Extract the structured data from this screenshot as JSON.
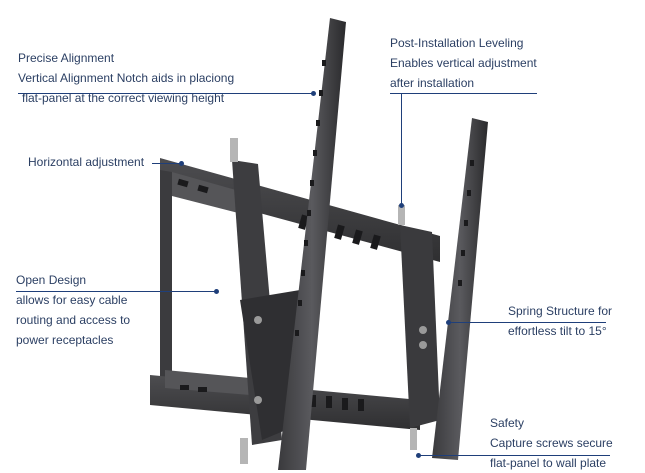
{
  "callouts": {
    "precise_alignment": {
      "title": "Precise Alignment",
      "line1": "Vertical Alignment Notch aids in placiong",
      "line2": "flat-panel at the correct viewing height"
    },
    "horizontal_adjustment": {
      "title": "Horizontal adjustment"
    },
    "open_design": {
      "title": "Open Design",
      "line1": "allows for easy cable",
      "line2": "routing and access to",
      "line3": "power receptacles"
    },
    "post_installation_leveling": {
      "title": "Post-Installation Leveling",
      "line1": "Enables vertical adjustment",
      "line2": "after installation"
    },
    "spring_structure": {
      "title": "Spring Structure for",
      "line1": "effortless tilt to 15°"
    },
    "safety": {
      "title": "Safety",
      "line1": "Capture screws secure",
      "line2": "flat-panel to wall plate"
    }
  },
  "colors": {
    "leader": "#1f3f7a",
    "text": "#2b3f63",
    "metal_dark": "#2e2e30",
    "metal_mid": "#4a4a4d",
    "metal_light": "#6b6b6f",
    "background": "#ffffff"
  }
}
